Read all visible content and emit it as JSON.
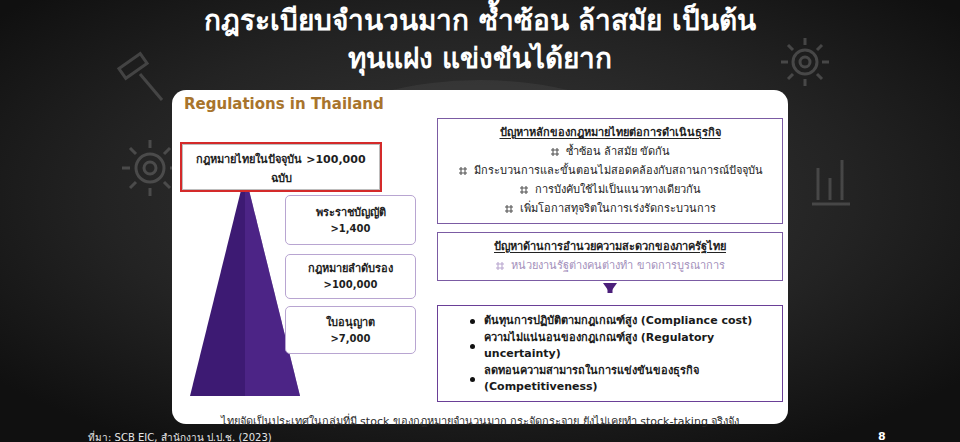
{
  "diagram": {
    "title": "กฎระเบียบจำนวนมาก ซ้ำซ้อน ล้าสมัย เป็นต้นทุนแฝง แข่งขันได้ยาก",
    "caption": "ที่มา: SCB EIC, สำนักงาน ป.ป.ช. (2023)",
    "nodes": [
      {
        "text": [
          "Regulations in Thailand",
          "ไทยจัดเป็นประเทศในกลุ่มที่มี stock ของกฎหมายจำนวนมาก กระจัดกระจาย ยังไม่เคยทำ stock-taking จริงจัง"
        ]
      },
      {
        "text": [
          "กฎหมายไทยในปัจจุบัน >100,000 ฉบับ"
        ],
        "in": 0
      },
      {
        "text": [
          "พระราชบัญญัติ",
          ">1,400"
        ],
        "in": 0
      },
      {
        "text": [
          "กฎหมายลำดับรอง",
          ">100,000"
        ],
        "in": 0
      },
      {
        "text": [
          "ใบอนุญาต",
          ">7,000"
        ],
        "in": 0
      },
      {
        "text": [
          "ปัญหาหลักของกฎหมายไทยต่อการดำเนินธุรกิจ",
          "ซ้ำซ้อน ล้าสมัย ขัดกัน",
          "มีกระบวนการและขั้นตอนไม่สอดคล้องกับสถานการณ์ปัจจุบัน",
          "การบังคับใช้ไม่เป็นแนวทางเดียวกัน",
          "เพิ่มโอกาสทุจริตในการเร่งรัดกระบวนการ"
        ],
        "in": 0
      },
      {
        "text": [
          "ปัญหาด้านการอำนวยความสะดวกของภาครัฐไทย",
          "หน่วยงานรัฐต่างคนต่างทำ ขาดการบูรณาการ"
        ],
        "in": 0
      },
      {
        "text": [
          "ต้นทุนการปฏิบัติตามกฎเกณฑ์สูง (Compliance cost)",
          "ความไม่แน่นอนของกฎเกณฑ์สูง (Regulatory uncertainty)",
          "ลดทอนความสามารถในการแข่งขันของธุรกิจ (Competitiveness)"
        ],
        "in": 0
      }
    ],
    "edges": [
      {
        "from": 6,
        "to": 7,
        "arrow": "to"
      }
    ],
    "labels": [
      "8"
    ]
  }
}
